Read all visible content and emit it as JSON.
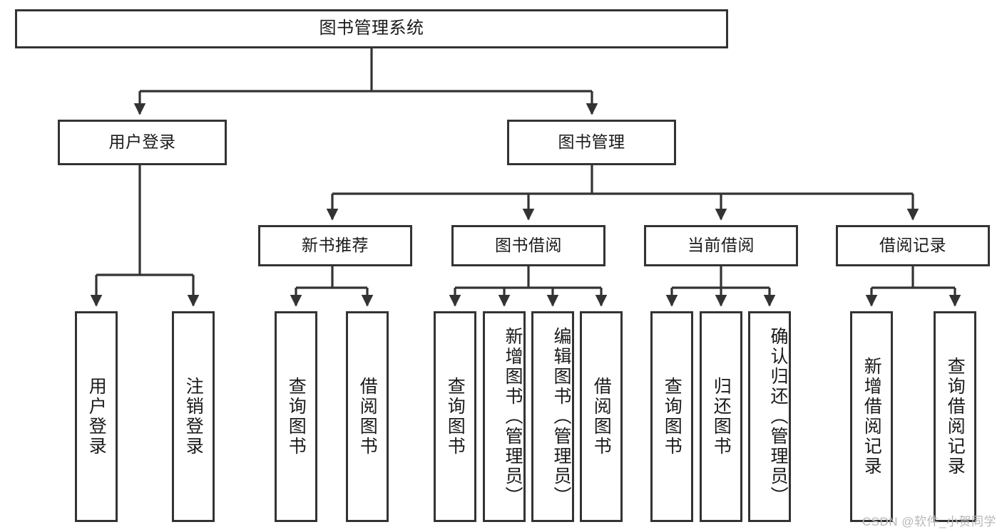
{
  "diagram": {
    "title": "图书管理系统",
    "type": "hierarchy-tree",
    "line_color": "#333333",
    "box_fill": "#ffffff",
    "text_color": "#1a1a1a",
    "root": {
      "id": "root",
      "label": "图书管理系统"
    },
    "level2": [
      {
        "id": "user-login",
        "label": "用户登录"
      },
      {
        "id": "book-manage",
        "label": "图书管理"
      }
    ],
    "level3": [
      {
        "id": "new-book-rec",
        "label": "新书推荐"
      },
      {
        "id": "book-borrow",
        "label": "图书借阅"
      },
      {
        "id": "current-borrow",
        "label": "当前借阅"
      },
      {
        "id": "borrow-record",
        "label": "借阅记录"
      }
    ],
    "leaves": {
      "user_login": [
        {
          "id": "leaf-user-login",
          "label": "用户登录"
        },
        {
          "id": "leaf-logout",
          "label": "注销登录"
        }
      ],
      "new_book_rec": [
        {
          "id": "leaf-query-book-1",
          "label": "查询图书"
        },
        {
          "id": "leaf-borrow-book-1",
          "label": "借阅图书"
        }
      ],
      "book_borrow": [
        {
          "id": "leaf-query-book-2",
          "label": "查询图书"
        },
        {
          "id": "leaf-add-book",
          "label": "新增图书（管理员）"
        },
        {
          "id": "leaf-edit-book",
          "label": "编辑图书（管理员）"
        },
        {
          "id": "leaf-borrow-book-2",
          "label": "借阅图书"
        }
      ],
      "current_borrow": [
        {
          "id": "leaf-query-book-3",
          "label": "查询图书"
        },
        {
          "id": "leaf-return-book",
          "label": "归还图书"
        },
        {
          "id": "leaf-confirm-return",
          "label": "确认归还（管理员）"
        }
      ],
      "borrow_record": [
        {
          "id": "leaf-add-record",
          "label": "新增借阅记录"
        },
        {
          "id": "leaf-query-record",
          "label": "查询借阅记录"
        }
      ]
    }
  },
  "watermark": {
    "text": "CSDN @软件_小贺同学"
  }
}
